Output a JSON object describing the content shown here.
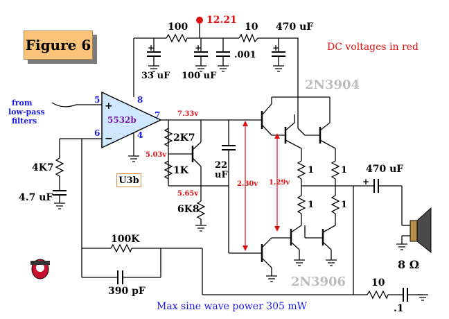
{
  "figure_label": "Figure 6",
  "dc_note": "DC voltages in red",
  "supply_voltage": "12.21",
  "input_label": [
    "from",
    "low-pass",
    "filters"
  ],
  "opamp": {
    "name": "5532b",
    "pin_plus": "5",
    "pin_minus": "6",
    "pin_out": "7",
    "pin_vplus": "8",
    "pin_vminus": "4",
    "designator": "U3b"
  },
  "components": {
    "r_supply1": "100",
    "r_supply2": "10",
    "c_470_top": "470 uF",
    "c_33": "33 uF",
    "c_100": "100 uF",
    "c_001": ".001",
    "r_2k7": "2K7",
    "r_1k": "1K",
    "r_6k8": "6K8",
    "c_22": [
      "22",
      "uF"
    ],
    "r_4k7": "4K7",
    "c_4u7": "4.7 uF",
    "r_1a": "1",
    "r_1b": "1",
    "r_1c": "1",
    "r_1d": "1",
    "c_470_out": "470 uF",
    "speaker": "8 Ω",
    "r_100k": "100K",
    "c_390": "390 pF",
    "r_zobel": "10",
    "c_zobel": ".1"
  },
  "transistors": {
    "npn": "2N3904",
    "pnp": "2N3906"
  },
  "voltages": {
    "v_out": "7.33v",
    "v_base": "5.03v",
    "v_low": "5.65v",
    "v_span": "2.30v",
    "v_vbe": "1.29v"
  },
  "footer": "Max sine wave power 305 mW",
  "colors": {
    "badge": "#f9c47a",
    "dc": "#e01010",
    "pins": "#1a1ae6",
    "transistor_labels": "#bdbdbd"
  }
}
